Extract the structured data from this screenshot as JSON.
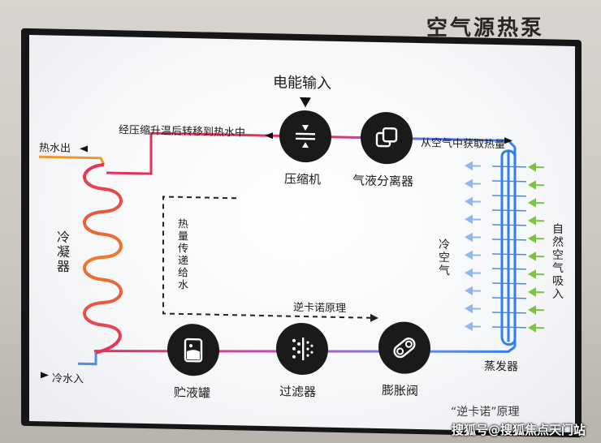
{
  "wall_title": "空气源热泵",
  "diagram": {
    "power_input": "电能输入",
    "compress_note": "经压缩升温后转移到热水中",
    "absorb_note": "从空气中获取热量",
    "hot_water_out": "热水出",
    "cold_water_in": "冷水入",
    "condenser": "冷凝器",
    "heat_transfer": "热量传递给水",
    "principle": "逆卡诺原理",
    "cold_air": "冷空气",
    "natural_air_in": "自然空气吸入",
    "evaporator": "蒸发器",
    "components": {
      "compressor": "压缩机",
      "separator": "气液分离器",
      "reservoir": "贮液罐",
      "filter": "过滤器",
      "expansion_valve": "膨胀阀"
    }
  },
  "caption_partial": "“逆卡诺”原理",
  "watermark": "搜狐号@搜狐焦点天门站",
  "colors": {
    "hot_line": "#e5305a",
    "warm_line": "#f07a2a",
    "cold_line": "#2f7ff0",
    "arrow_green": "#7cc43a",
    "arrow_blue": "#8fb8f2",
    "icon_bg": "#1a1a1a"
  },
  "icons": {
    "compressor": "compress-arrows-icon",
    "separator": "overlapping-squares-icon",
    "reservoir": "liquid-tank-icon",
    "filter": "filter-dots-icon",
    "expansion_valve": "chain-link-valve-icon"
  }
}
